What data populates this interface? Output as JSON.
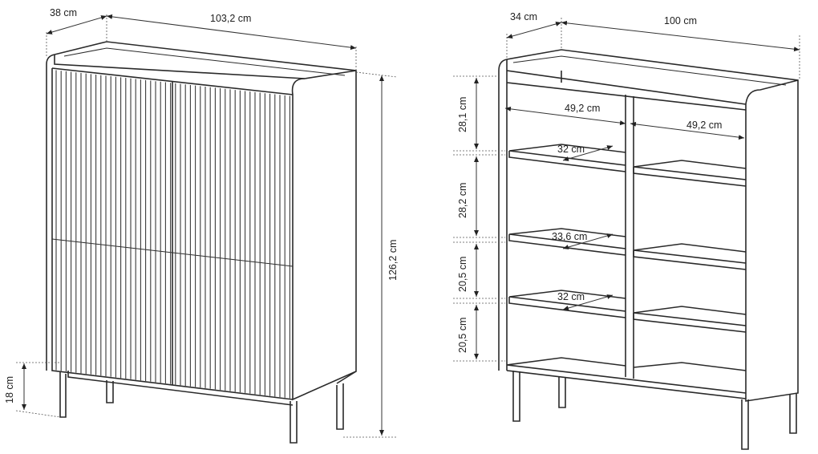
{
  "left_cabinet": {
    "depth": "38 cm",
    "width": "103,2 cm",
    "height": "126,2 cm",
    "leg_height": "18 cm"
  },
  "right_cabinet": {
    "depth": "34 cm",
    "width": "100 cm",
    "compartment_heights": [
      "28,1 cm",
      "28,2 cm",
      "20,5 cm",
      "20,5 cm"
    ],
    "compartment_width_left": "49,2 cm",
    "compartment_width_right": "49,2 cm",
    "shelf_depths": [
      "32 cm",
      "33,6 cm",
      "32 cm"
    ]
  }
}
